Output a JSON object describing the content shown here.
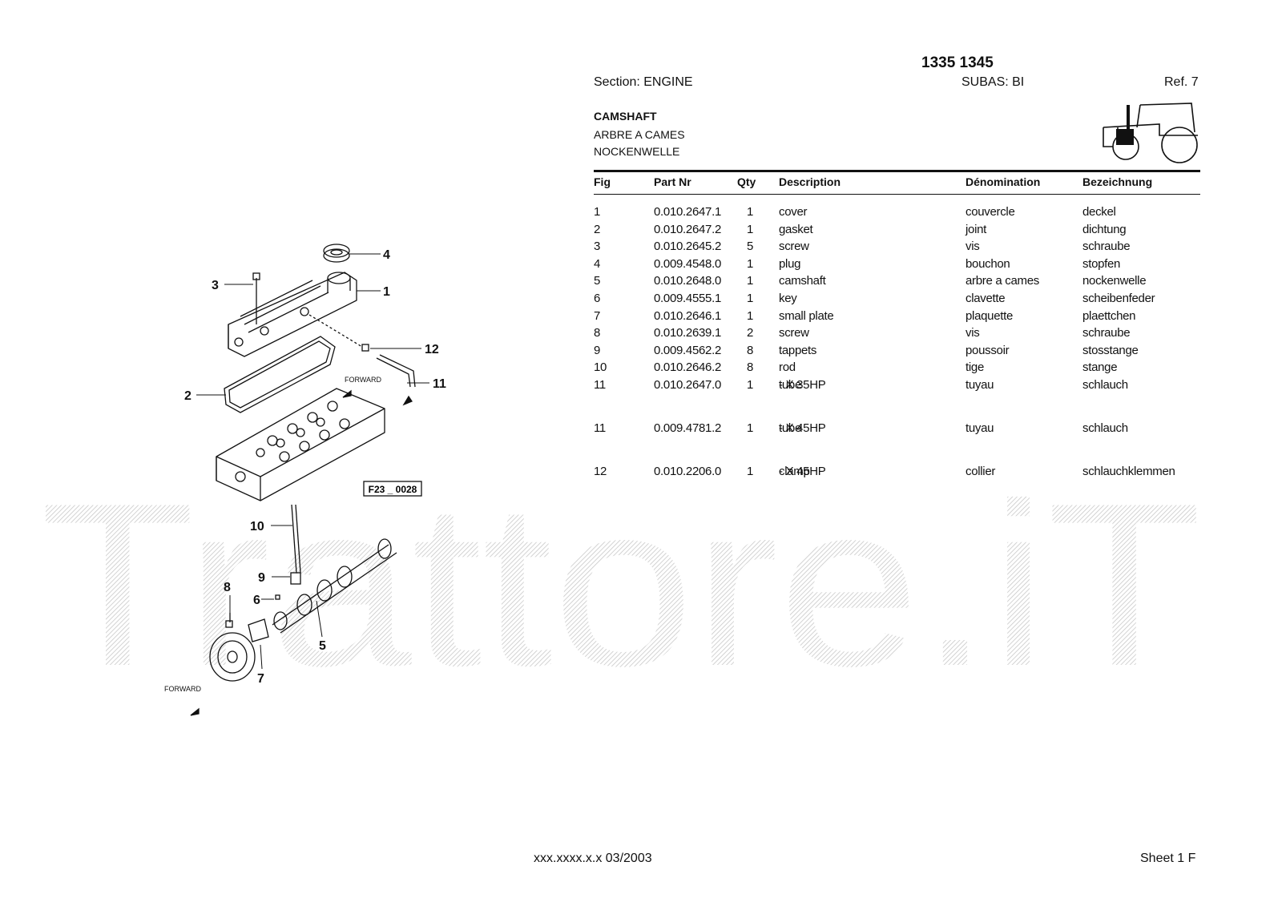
{
  "header": {
    "model": "1335 1345",
    "section": "Section: ENGINE",
    "subas": "SUBAS: BI",
    "ref": "Ref. 7"
  },
  "group": {
    "title": "CAMSHAFT",
    "subtitle_fr": "ARBRE A CAMES",
    "subtitle_de": "NOCKENWELLE"
  },
  "table": {
    "headers": {
      "fig": "Fig",
      "part": "Part Nr",
      "qty": "Qty",
      "desc": "Description",
      "den": "Dénomination",
      "bez": "Bezeichnung"
    },
    "rows": [
      {
        "fig": "1",
        "part": "0.010.2647.1",
        "qty": "1",
        "desc": "cover",
        "note": "",
        "den": "couvercle",
        "bez": "deckel"
      },
      {
        "fig": "2",
        "part": "0.010.2647.2",
        "qty": "1",
        "desc": "gasket",
        "note": "",
        "den": "joint",
        "bez": "dichtung"
      },
      {
        "fig": "3",
        "part": "0.010.2645.2",
        "qty": "5",
        "desc": "screw",
        "note": "",
        "den": "vis",
        "bez": "schraube"
      },
      {
        "fig": "4",
        "part": "0.009.4548.0",
        "qty": "1",
        "desc": "plug",
        "note": "",
        "den": "bouchon",
        "bez": "stopfen"
      },
      {
        "fig": "5",
        "part": "0.010.2648.0",
        "qty": "1",
        "desc": "camshaft",
        "note": "",
        "den": "arbre a cames",
        "bez": "nockenwelle"
      },
      {
        "fig": "6",
        "part": "0.009.4555.1",
        "qty": "1",
        "desc": "key",
        "note": "",
        "den": "clavette",
        "bez": "scheibenfeder"
      },
      {
        "fig": "7",
        "part": "0.010.2646.1",
        "qty": "1",
        "desc": "small plate",
        "note": "",
        "den": "plaquette",
        "bez": "plaettchen"
      },
      {
        "fig": "8",
        "part": "0.010.2639.1",
        "qty": "2",
        "desc": "screw",
        "note": "",
        "den": "vis",
        "bez": "schraube"
      },
      {
        "fig": "9",
        "part": "0.009.4562.2",
        "qty": "8",
        "desc": "tappets",
        "note": "",
        "den": "poussoir",
        "bez": "stosstange"
      },
      {
        "fig": "10",
        "part": "0.010.2646.2",
        "qty": "8",
        "desc": "rod",
        "note": "",
        "den": "tige",
        "bez": "stange"
      },
      {
        "fig": "11",
        "part": "0.010.2647.0",
        "qty": "1",
        "desc": "tube",
        "note": "- X 35HP",
        "den": "tuyau",
        "bez": "schlauch"
      },
      {
        "fig": "11",
        "part": "0.009.4781.2",
        "qty": "1",
        "desc": "tube",
        "note": "- X 45HP",
        "den": "tuyau",
        "bez": "schlauch"
      },
      {
        "fig": "12",
        "part": "0.010.2206.0",
        "qty": "1",
        "desc": "clamp",
        "note": "- X 45HP",
        "den": "collier",
        "bez": "schlauchklemmen"
      }
    ]
  },
  "diagram": {
    "callouts": [
      "1",
      "2",
      "3",
      "4",
      "5",
      "6",
      "7",
      "8",
      "9",
      "10",
      "11",
      "12"
    ],
    "forward_label": "FORWARD",
    "figure_code": "F23 _ 0028"
  },
  "watermark": "Trattore.iT",
  "footer": {
    "code": "xxx.xxxx.x.x  03/2003",
    "sheet": "Sheet 1 F"
  }
}
